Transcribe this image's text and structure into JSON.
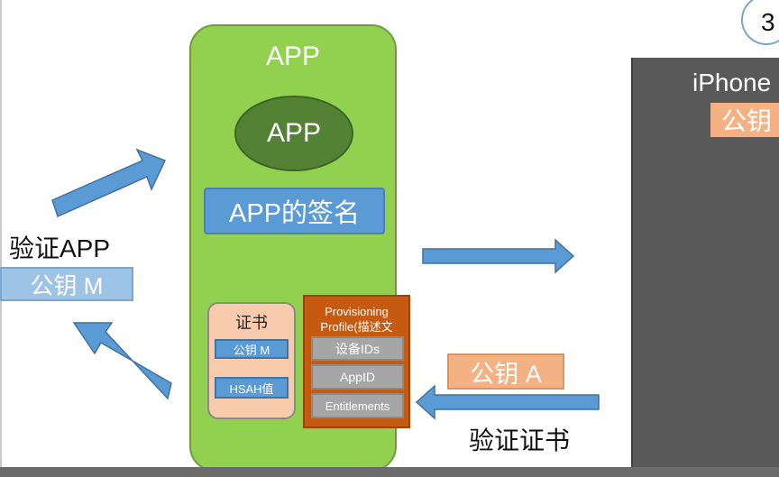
{
  "page_number": "3",
  "app_container": {
    "title": "APP",
    "inner_app": "APP",
    "signature": "APP的签名"
  },
  "certificate": {
    "title": "证书",
    "public_key": "公钥 M",
    "hash": "HSAH值"
  },
  "provisioning_profile": {
    "title_line1": "Provisioning",
    "title_line2": "Profile(描述文",
    "device_ids": "设备IDs",
    "app_id": "AppID",
    "entitlements": "Entitlements"
  },
  "left_side": {
    "verify_app": "验证APP",
    "public_key_m": "公钥 M"
  },
  "right_side": {
    "iphone_label": "iPhone",
    "iphone_public_key": "公钥",
    "public_key_a": "公钥 A",
    "verify_certificate": "验证证书"
  },
  "colors": {
    "app_green": "#92d050",
    "dark_green": "#548235",
    "blue": "#5b9bd5",
    "light_blue": "#9dc3e6",
    "peach": "#f8cbad",
    "orange": "#f4b183",
    "burnt_orange": "#c55a11",
    "gray": "#a6a6a6",
    "dark_gray": "#595959"
  }
}
